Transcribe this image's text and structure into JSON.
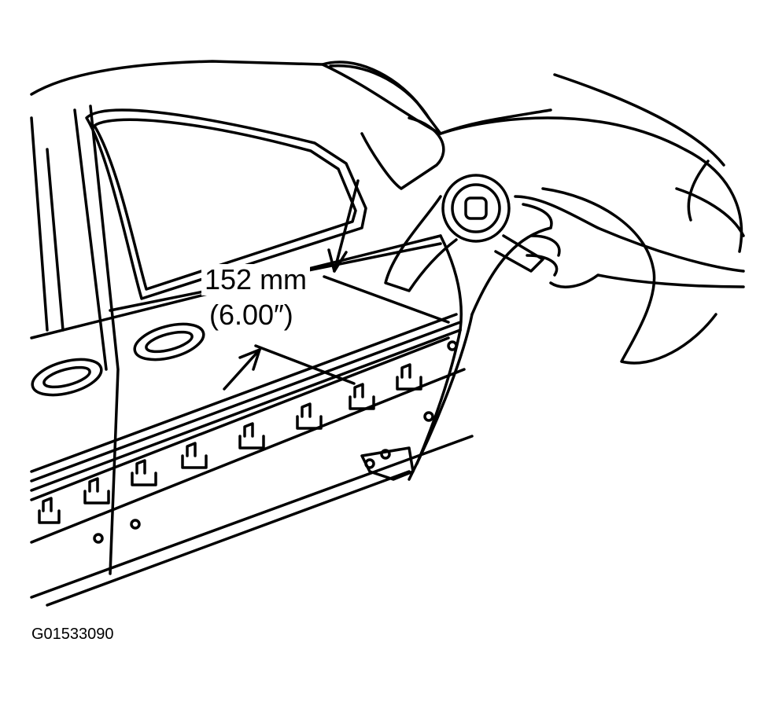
{
  "figure": {
    "dimension_metric": "152 mm",
    "dimension_imperial": "(6.00″)",
    "figure_id": "G01533090"
  },
  "icons": {
    "drawing": "car-door-molding-installation",
    "tool": "heat-gun-icon",
    "hand": "hand-icon",
    "arrows": "dimension-arrow-icon"
  },
  "colors": {
    "line": "#000000",
    "background": "#ffffff"
  }
}
